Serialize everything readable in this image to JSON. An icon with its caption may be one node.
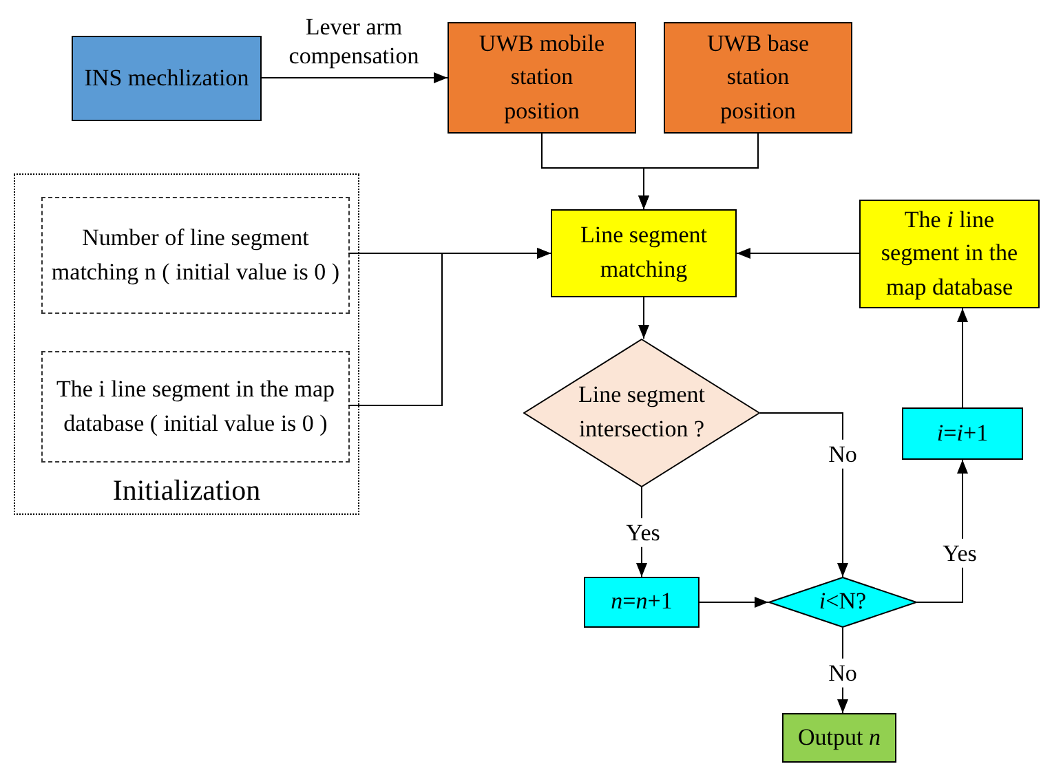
{
  "diagram": {
    "nodes": [
      {
        "text": [
          "INS mechlization"
        ]
      },
      {
        "text": [
          "UWB mobile station position"
        ]
      },
      {
        "text": [
          "UWB base station position"
        ]
      },
      {
        "text": [
          "Initialization"
        ]
      },
      {
        "text": [
          "Number of line segment matching n ( initial value is 0 )"
        ],
        "in": 3
      },
      {
        "text": [
          "The i line segment in the map database ( initial value is 0 )"
        ],
        "in": 3
      },
      {
        "text": [
          "Line segment matching"
        ]
      },
      {
        "text": [
          "The *i* line segment in the map database"
        ]
      },
      {
        "text": [
          "Line segment intersection ?"
        ]
      },
      {
        "text": [
          "*i*=*i*+1"
        ]
      },
      {
        "text": [
          "*n*=*n*+1"
        ]
      },
      {
        "text": [
          "*i*<N?"
        ]
      },
      {
        "text": [
          "Output *n*"
        ]
      }
    ],
    "edges": [
      {
        "from": 0,
        "to": 1,
        "arrow": "to",
        "label": "Lever arm compensation"
      },
      {
        "from": 1,
        "to": 6,
        "arrow": "to"
      },
      {
        "from": 2,
        "to": 6,
        "arrow": "to"
      },
      {
        "from": 4,
        "to": 6,
        "arrow": "to"
      },
      {
        "from": 5,
        "to": 6,
        "arrow": "to"
      },
      {
        "from": 7,
        "to": 6,
        "arrow": "to"
      },
      {
        "from": 6,
        "to": 8,
        "arrow": "to"
      },
      {
        "from": 8,
        "to": 10,
        "arrow": "to",
        "label": "Yes"
      },
      {
        "from": 8,
        "to": 11,
        "arrow": "to",
        "label": "No"
      },
      {
        "from": 10,
        "to": 11,
        "arrow": "to"
      },
      {
        "from": 11,
        "to": 9,
        "arrow": "to",
        "label": "Yes"
      },
      {
        "from": 9,
        "to": 7,
        "arrow": "to"
      },
      {
        "from": 11,
        "to": 12,
        "arrow": "to",
        "label": "No"
      }
    ]
  }
}
